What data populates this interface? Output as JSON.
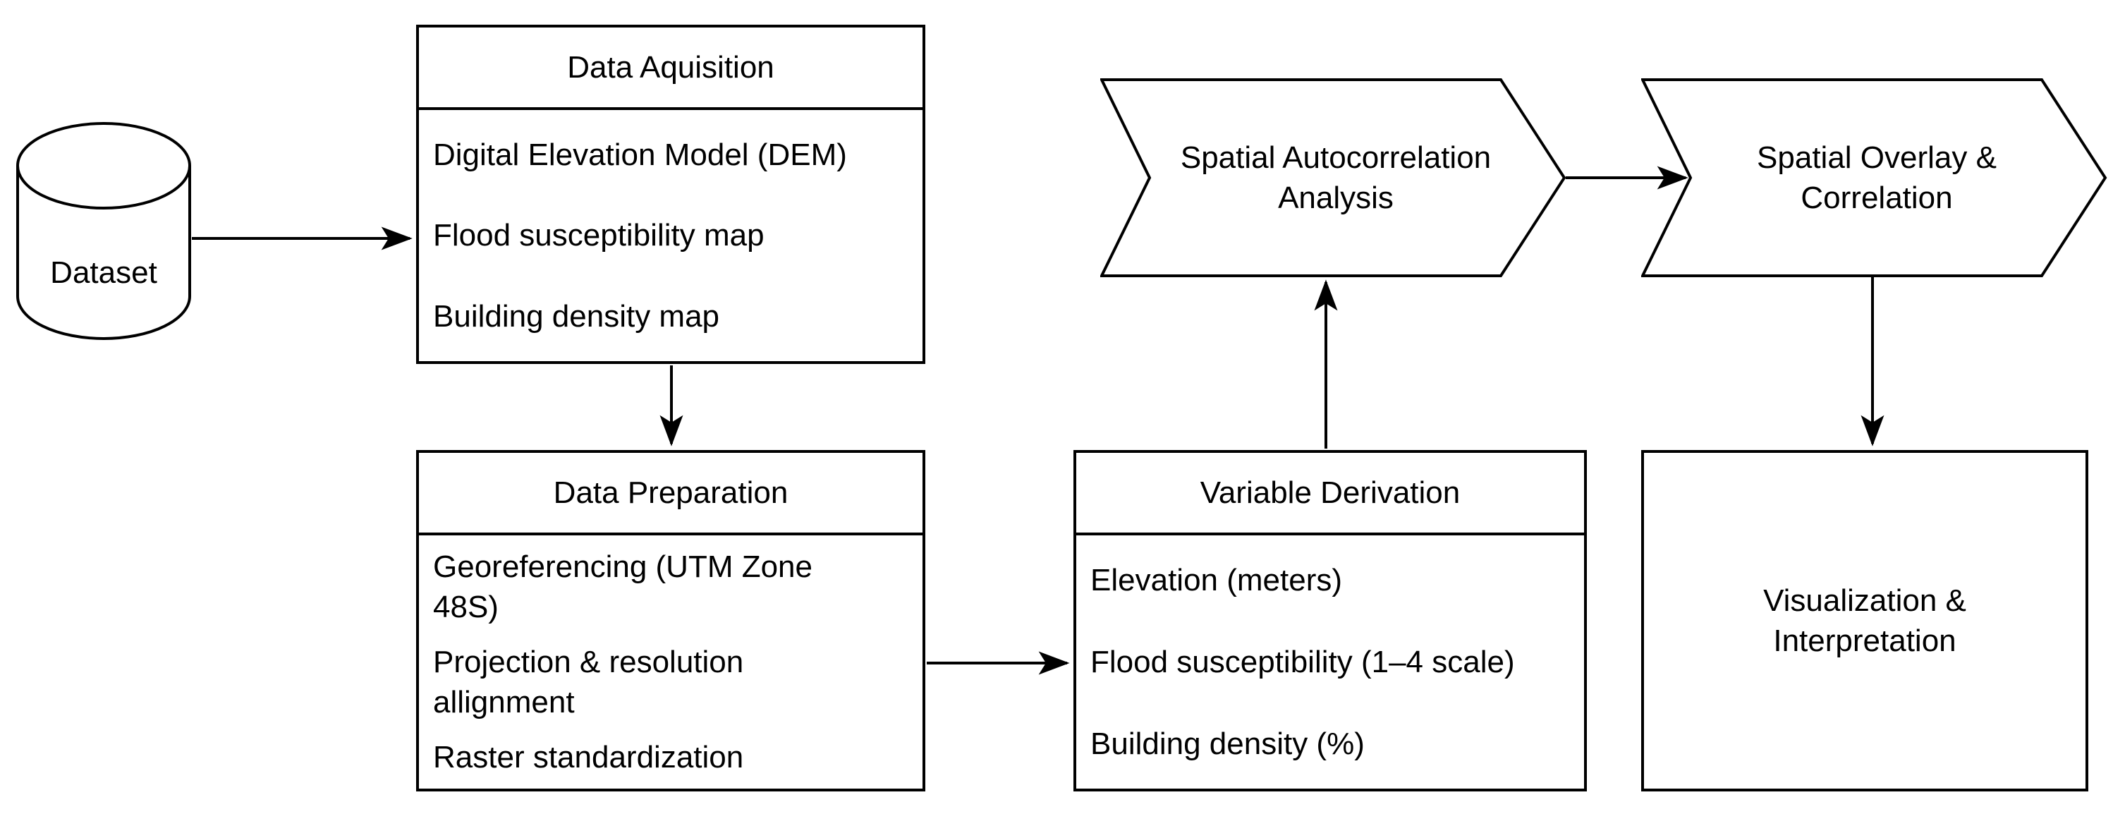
{
  "diagram": {
    "title_hint": "Flood-building spatial analysis workflow flowchart",
    "colors": {
      "stroke": "#000000",
      "fill": "#ffffff",
      "text": "#000000"
    },
    "dataset": {
      "label": "Dataset"
    },
    "data_acquisition": {
      "title": "Data Aquisition",
      "items": [
        "Digital Elevation Model (DEM)",
        "Flood susceptibility map",
        "Building density map"
      ]
    },
    "data_preparation": {
      "title": "Data Preparation",
      "items": [
        "Georeferencing (UTM Zone\n48S)",
        "Projection & resolution\nallignment",
        "Raster standardization"
      ]
    },
    "variable_derivation": {
      "title": "Variable Derivation",
      "items": [
        "Elevation (meters)",
        "Flood susceptibility (1–4 scale)",
        "Building density (%)"
      ]
    },
    "spatial_autocorrelation": {
      "label": "Spatial Autocorrelation\nAnalysis"
    },
    "spatial_overlay": {
      "label": "Spatial Overlay &\nCorrelation"
    },
    "visualization": {
      "label": "Visualization &\nInterpretation"
    },
    "connections": [
      {
        "from": "dataset",
        "to": "data_acquisition"
      },
      {
        "from": "data_acquisition",
        "to": "data_preparation"
      },
      {
        "from": "data_preparation",
        "to": "variable_derivation"
      },
      {
        "from": "variable_derivation",
        "to": "spatial_autocorrelation"
      },
      {
        "from": "spatial_autocorrelation",
        "to": "spatial_overlay"
      },
      {
        "from": "spatial_overlay",
        "to": "visualization"
      }
    ]
  }
}
